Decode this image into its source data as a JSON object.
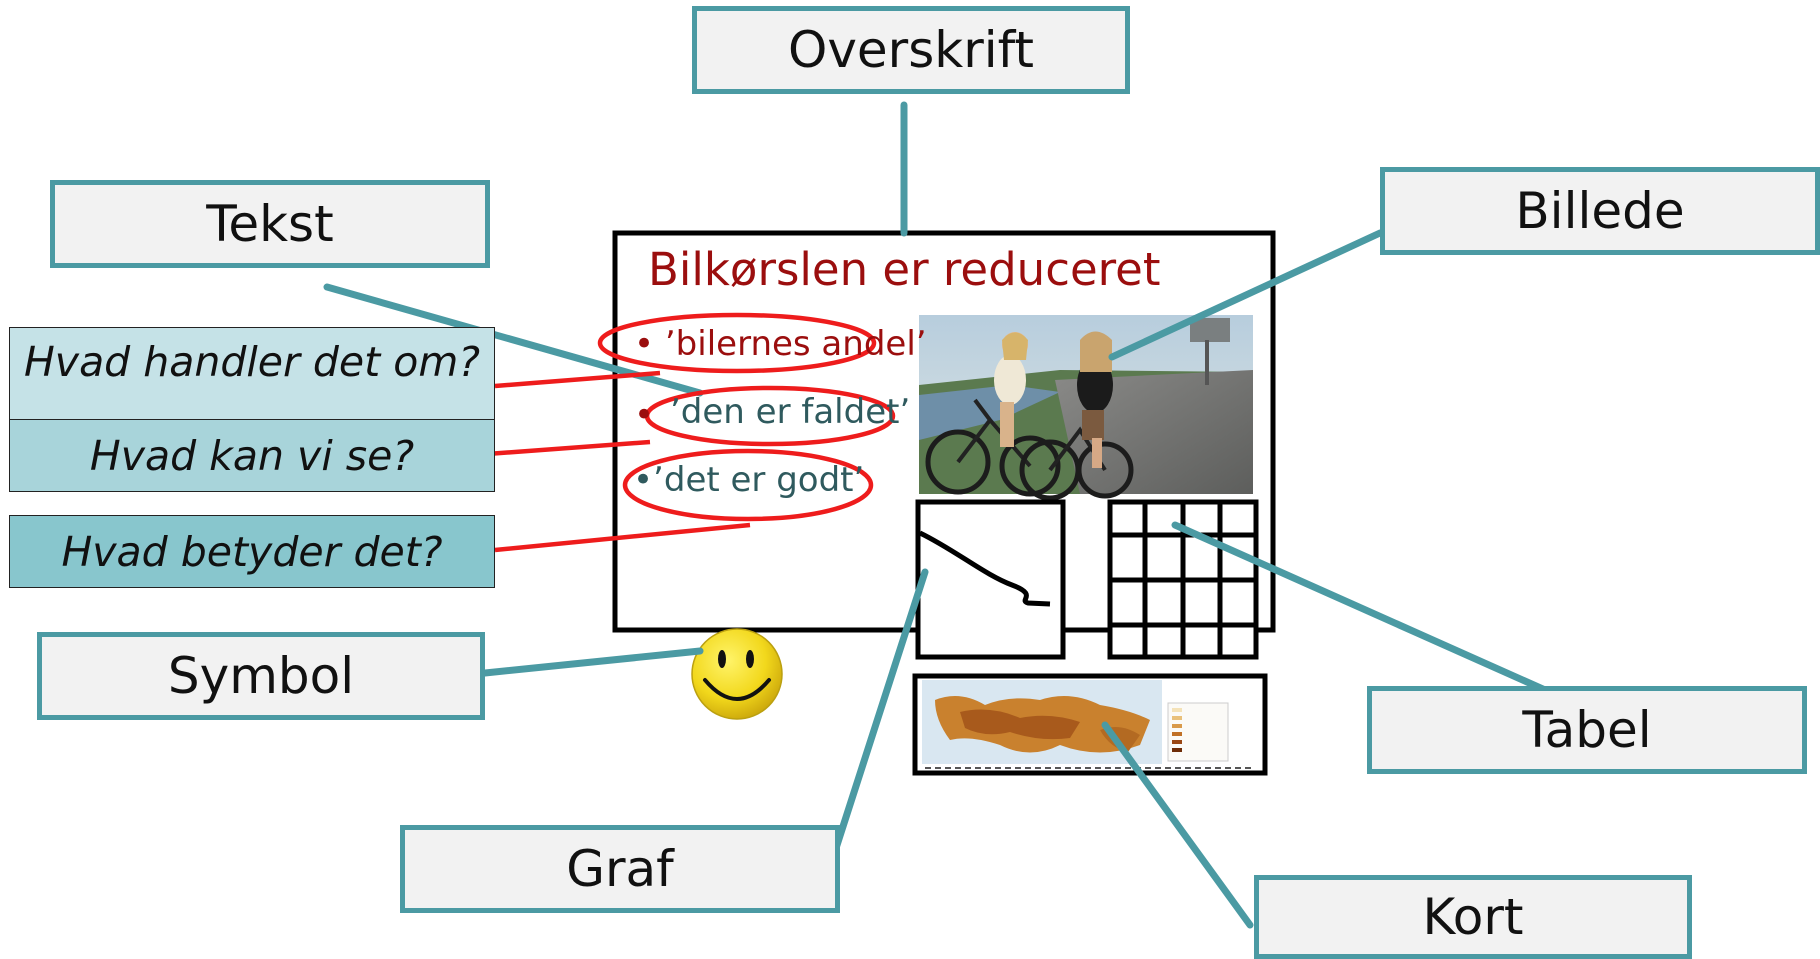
{
  "labels": {
    "overskrift": "Overskrift",
    "tekst": "Tekst",
    "billede": "Billede",
    "symbol": "Symbol",
    "tabel": "Tabel",
    "graf": "Graf",
    "kort": "Kort"
  },
  "questions": {
    "q1": "Hvad handler det om?",
    "q2": "Hvad kan vi se?",
    "q3": "Hvad betyder det?"
  },
  "slide": {
    "title": "Bilkørslen er reduceret",
    "bullet1": "• ’bilernes andel’",
    "bullet2_marker": "•",
    "bullet2": "’den er faldet’",
    "bullet3": "•’det er godt’"
  },
  "colors": {
    "label_border": "#4b9aa3",
    "label_fill": "#f2f2f2",
    "connector": "#4b9aa3",
    "highlight_red": "#ee1c1c",
    "slide_title": "#9b0e0e",
    "slide_bullet_red": "#9b0e0e",
    "slide_bullet_teal": "#2f5a5e",
    "q1_fill": "#c5e2e7",
    "q2_fill": "#a8d4da",
    "q3_fill": "#88c6cd"
  },
  "icons": {
    "symbol": "smiley-icon",
    "graph": "graph-icon",
    "table": "table-grid-icon",
    "map": "map-thumbnail",
    "photo": "photo-thumbnail"
  }
}
